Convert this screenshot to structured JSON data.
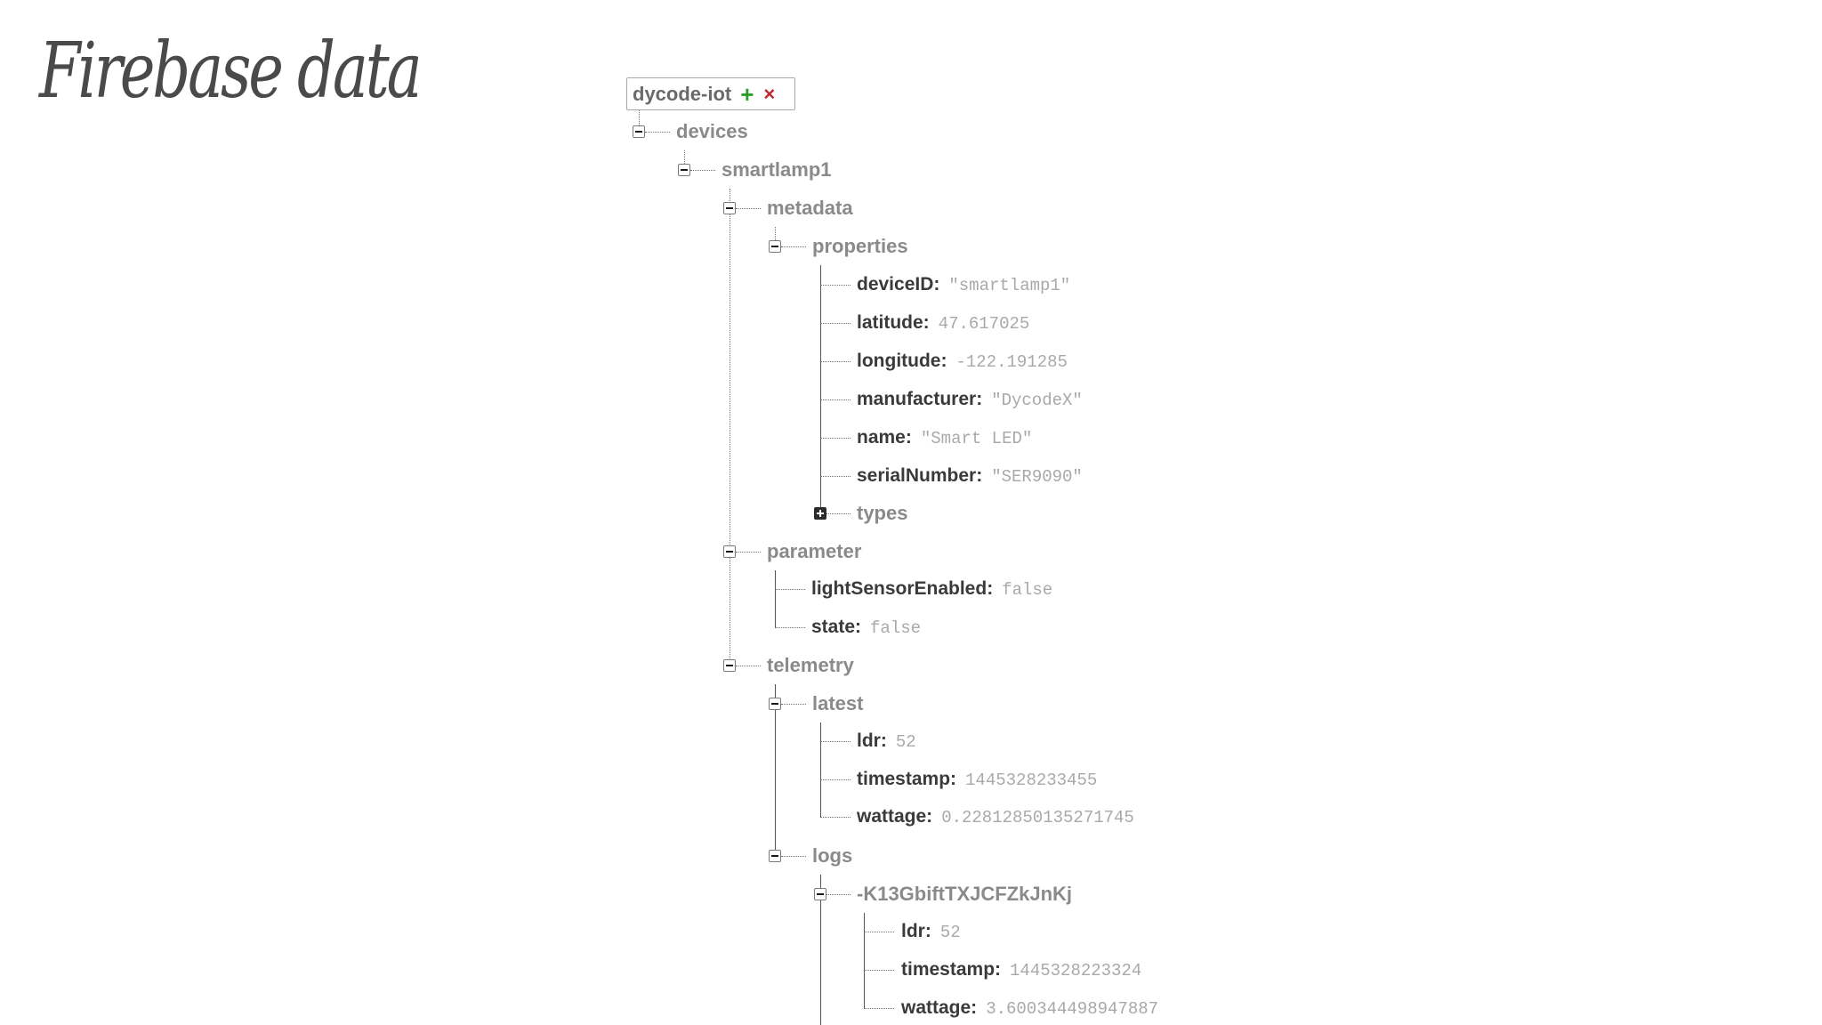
{
  "slide": {
    "title": "Firebase data"
  },
  "root": {
    "name": "dycode-iot",
    "add_icon": "plus-icon",
    "delete_icon": "x-icon",
    "add_glyph": "+",
    "delete_glyph": "×"
  },
  "tree": {
    "devices": "devices",
    "smartlamp1": "smartlamp1",
    "metadata": "metadata",
    "properties": "properties",
    "props": [
      {
        "key": "deviceID:",
        "value": "\"smartlamp1\""
      },
      {
        "key": "latitude:",
        "value": "47.617025"
      },
      {
        "key": "longitude:",
        "value": "-122.191285"
      },
      {
        "key": "manufacturer:",
        "value": "\"DycodeX\""
      },
      {
        "key": "name:",
        "value": "\"Smart LED\""
      },
      {
        "key": "serialNumber:",
        "value": "\"SER9090\""
      }
    ],
    "types": "types",
    "parameter": "parameter",
    "params": [
      {
        "key": "lightSensorEnabled:",
        "value": "false"
      },
      {
        "key": "state:",
        "value": "false"
      }
    ],
    "telemetry": "telemetry",
    "latest": "latest",
    "latest_items": [
      {
        "key": "ldr:",
        "value": "52"
      },
      {
        "key": "timestamp:",
        "value": "1445328233455"
      },
      {
        "key": "wattage:",
        "value": "0.22812850135271745"
      }
    ],
    "logs": "logs",
    "log_entry": "-K13GbiftTXJCFZkJnKj",
    "log_items": [
      {
        "key": "ldr:",
        "value": "52"
      },
      {
        "key": "timestamp:",
        "value": "1445328223324"
      },
      {
        "key": "wattage:",
        "value": "3.600344498947887"
      }
    ]
  },
  "colors": {
    "add": "#2e9c2a",
    "delete": "#c0262d",
    "key_text": "#3a3a3a",
    "value_text": "#a9a9a9",
    "node_text": "#8a8a8a"
  }
}
